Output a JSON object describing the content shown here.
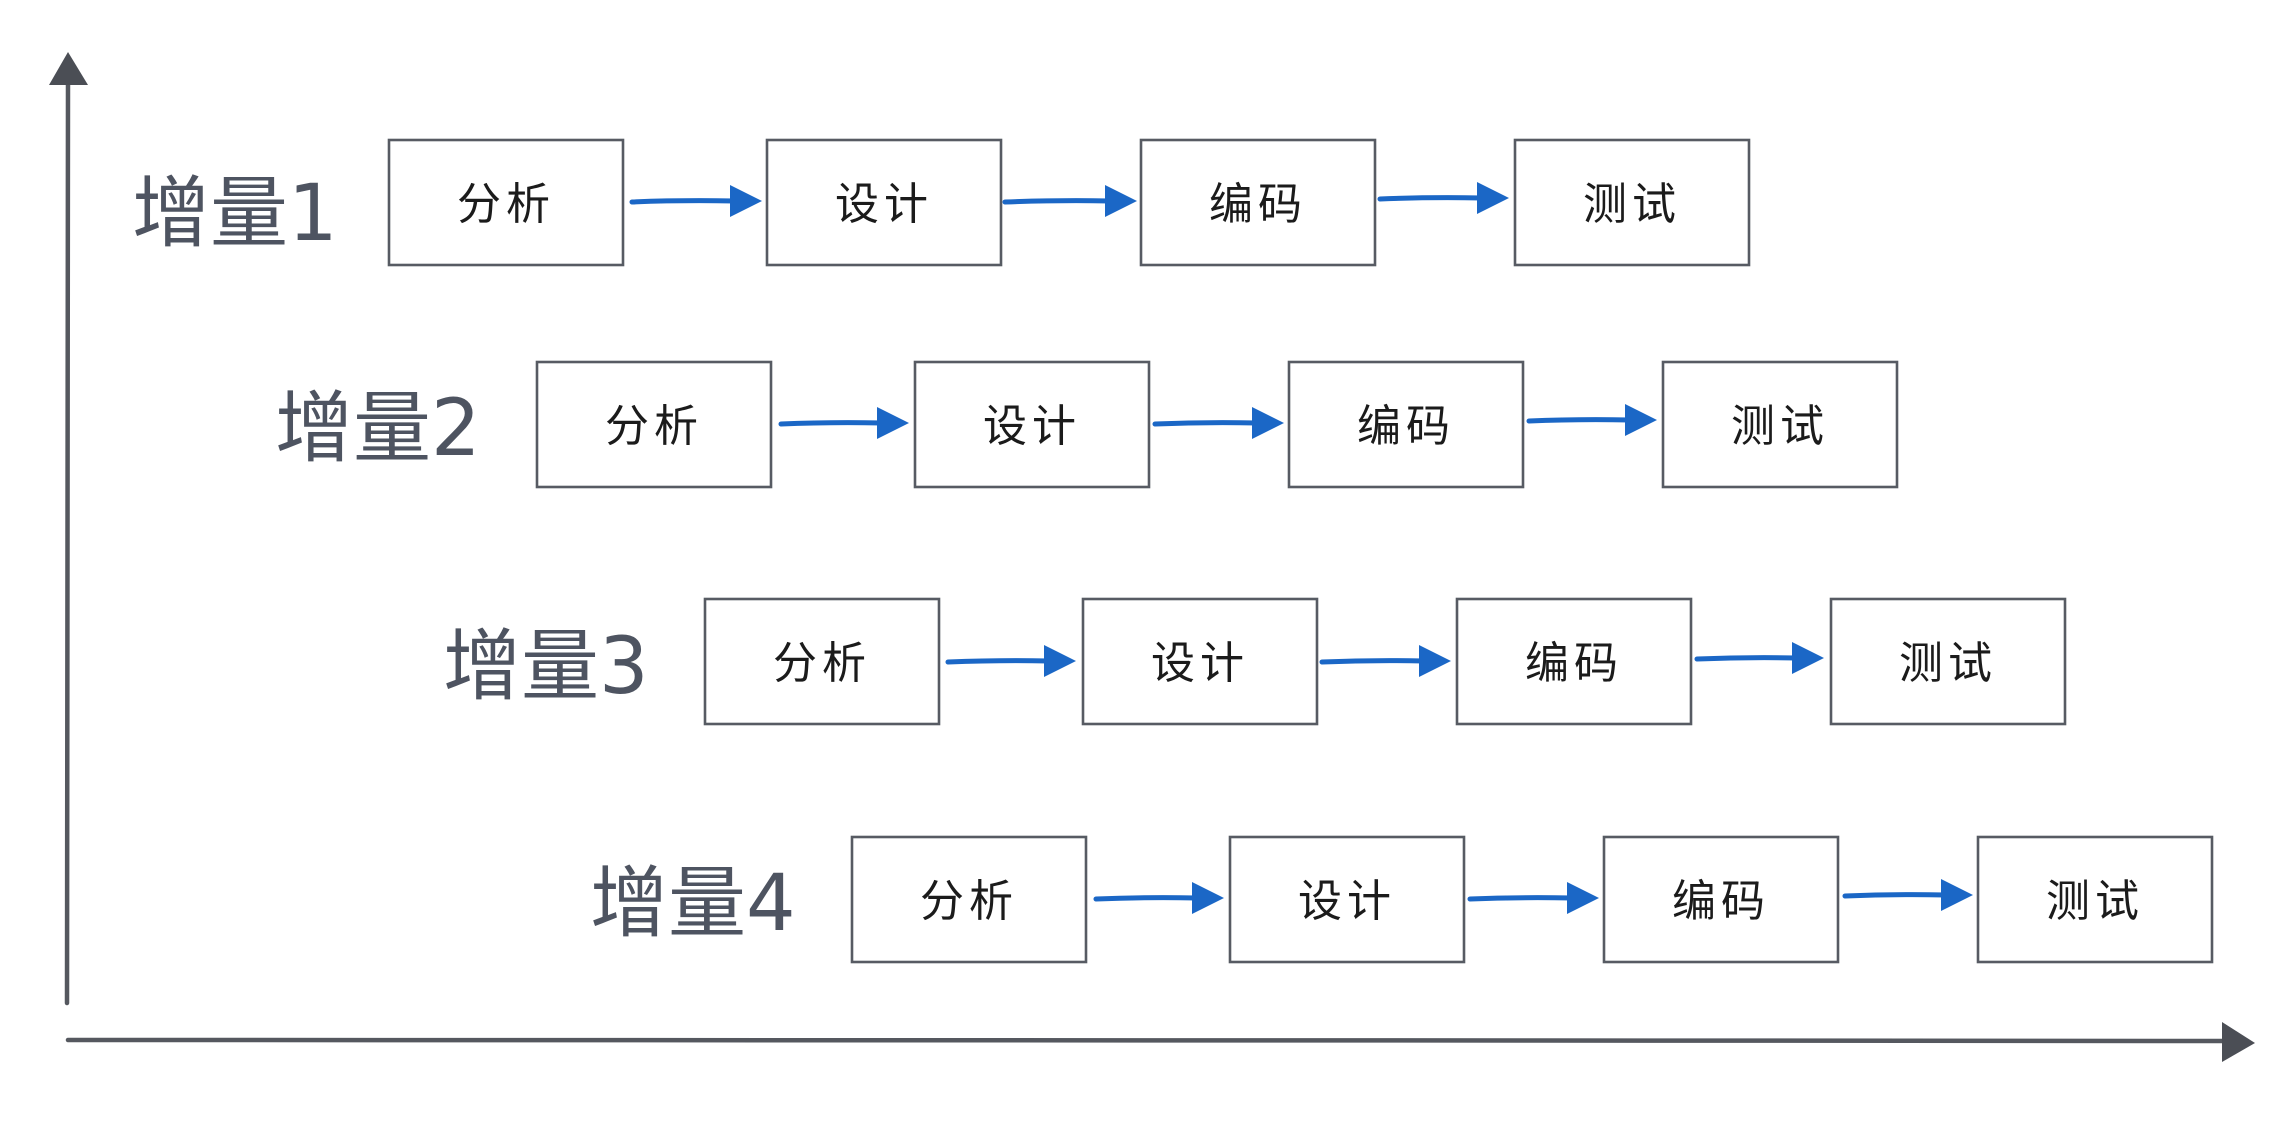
{
  "diagram": {
    "increments": [
      {
        "label": "增量1",
        "stages": [
          "分析",
          "设计",
          "编码",
          "测试"
        ]
      },
      {
        "label": "增量2",
        "stages": [
          "分析",
          "设计",
          "编码",
          "测试"
        ]
      },
      {
        "label": "增量3",
        "stages": [
          "分析",
          "设计",
          "编码",
          "测试"
        ]
      },
      {
        "label": "增量4",
        "stages": [
          "分析",
          "设计",
          "编码",
          "测试"
        ]
      }
    ],
    "colors": {
      "arrow": "#1b67c6",
      "box_border": "#575b63",
      "axis": "#55585f",
      "label": "#4e5461",
      "stage_text": "#1b1b1b"
    }
  }
}
